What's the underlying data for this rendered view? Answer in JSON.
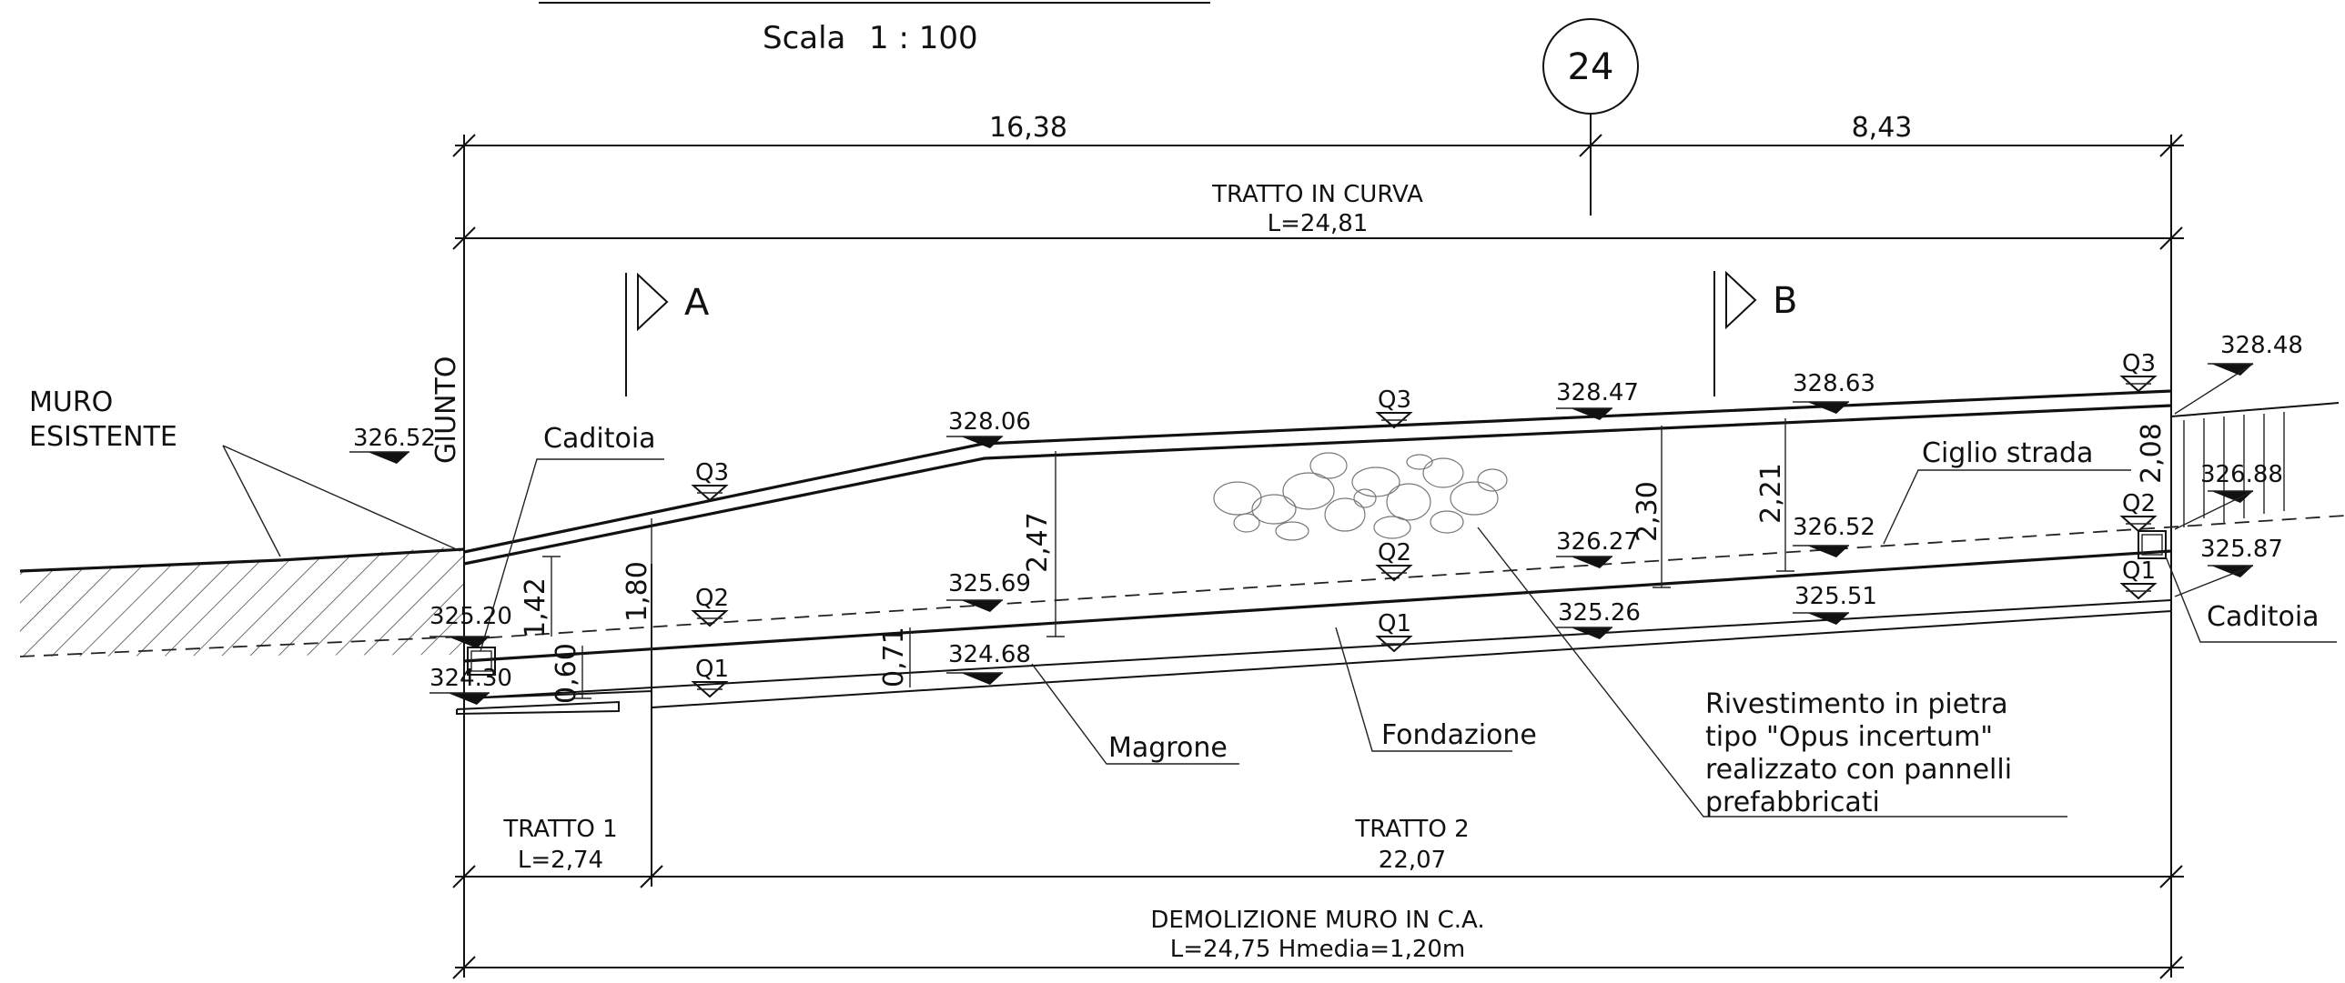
{
  "header": {
    "scale_label": "Scala",
    "scale_value": "1 : 100",
    "section_number": "24"
  },
  "dimensions_top": {
    "left_span": "16,38",
    "right_span": "8,43",
    "tratto_curva_label": "TRATTO IN CURVA",
    "tratto_curva_length": "L=24,81"
  },
  "section_marks": [
    {
      "letter": "A"
    },
    {
      "letter": "B"
    }
  ],
  "labels": {
    "muro_esistente_1": "MURO",
    "muro_esistente_2": "ESISTENTE",
    "giunto": "GIUNTO",
    "caditoia_left": "Caditoia",
    "caditoia_right": "Caditoia",
    "ciglio_strada": "Ciglio strada",
    "magrone": "Magrone",
    "fondazione": "Fondazione",
    "rivestimento_1": "Rivestimento in pietra",
    "rivestimento_2": "tipo \"Opus incertum\"",
    "rivestimento_3": "realizzato con pannelli",
    "rivestimento_4": "prefabbricati"
  },
  "elevations": {
    "e_326_52_left": "326.52",
    "e_328_06": "328.06",
    "e_328_47": "328.47",
    "e_328_63": "328.63",
    "e_328_48": "328.48",
    "e_326_88": "326.88",
    "e_325_87": "325.87",
    "e_326_52_right": "326.52",
    "e_326_27": "326.27",
    "e_325_69": "325.69",
    "e_325_26": "325.26",
    "e_325_51": "325.51",
    "e_325_20": "325.20",
    "e_324_30": "324.30",
    "e_324_68": "324.68"
  },
  "level_tags": {
    "q3_a": "Q3",
    "q3_b": "Q3",
    "q3_c": "Q3",
    "q2_a": "Q2",
    "q2_b": "Q2",
    "q2_c": "Q2",
    "q1_a": "Q1",
    "q1_b": "Q1",
    "q1_c": "Q1"
  },
  "heights": {
    "h_1_42": "1,42",
    "h_0_60": "0,60",
    "h_1_80": "1,80",
    "h_2_47": "2,47",
    "h_0_71": "0,71",
    "h_2_30": "2,30",
    "h_2_21": "2,21",
    "h_2_08": "2,08"
  },
  "dimensions_bottom": {
    "tratto1_label": "TRATTO 1",
    "tratto1_length": "L=2,74",
    "tratto2_label": "TRATTO 2",
    "tratto2_length": "22,07",
    "demolizione_label": "DEMOLIZIONE MURO IN C.A.",
    "demolizione_length": "L=24,75 Hmedia=1,20m"
  }
}
